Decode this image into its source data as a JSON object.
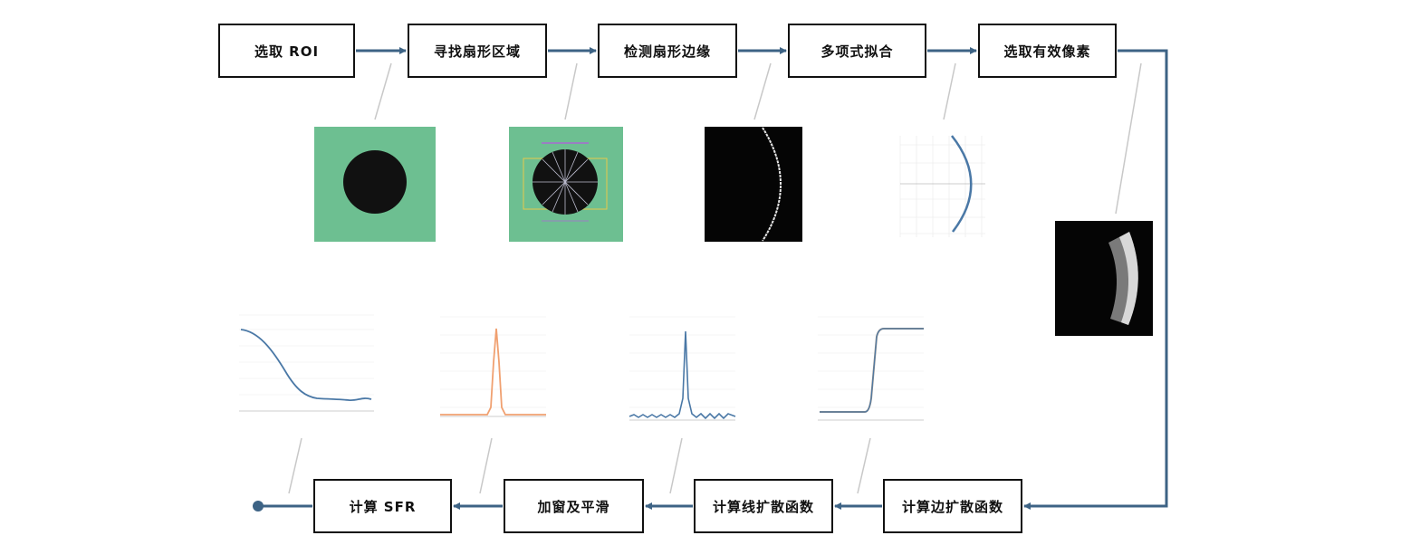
{
  "flow": {
    "top_steps": [
      "选取 ROI",
      "寻找扇形区域",
      "检测扇形边缘",
      "多项式拟合",
      "选取有效像素"
    ],
    "bottom_steps": [
      "计算边扩散函数",
      "计算线扩散函数",
      "加窗及平滑",
      "计算 SFR"
    ]
  },
  "colors": {
    "arrow": "#3d6385",
    "leader": "#c8c8c8",
    "box_border": "#111111",
    "green_bg": "#6dbf91",
    "blue_curve": "#4a78a6",
    "orange_curve": "#f0a070",
    "gray_curve": "#8a8a8a"
  },
  "thumbnails": {
    "roi": {
      "icon": "green-field-black-circle"
    },
    "sector": {
      "icon": "green-field-black-circle-with-radial-lines"
    },
    "edge": {
      "icon": "black-field-white-arc"
    },
    "fit": {
      "icon": "blue-arc-plot"
    },
    "valid_pixels": {
      "icon": "black-field-gray-sector-band"
    },
    "esf": {
      "icon": "step-curve-plot"
    },
    "lsf": {
      "icon": "blue-peak-plot"
    },
    "windowed": {
      "icon": "orange-peak-plot"
    },
    "sfr": {
      "icon": "decaying-curve-plot"
    }
  }
}
